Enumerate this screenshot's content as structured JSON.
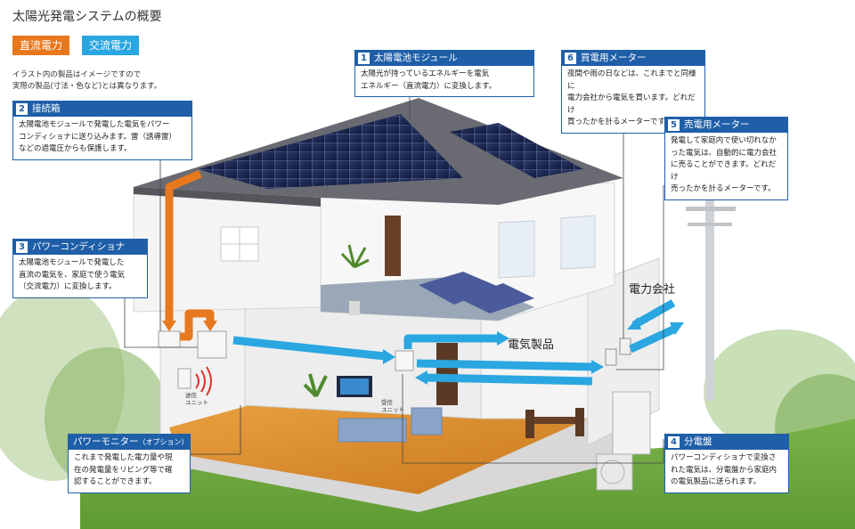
{
  "title": "太陽光発電システムの概要",
  "legend": {
    "dc": "直流電力",
    "ac": "交流電力"
  },
  "note": "イラスト内の製品はイメージですので\n実際の製品(寸法・色など)とは異なります。",
  "colors": {
    "dc": "#e8781e",
    "ac": "#2aa6e0",
    "callout": "#1f5fa8"
  },
  "callouts": {
    "c1": {
      "num": "1",
      "title": "太陽電池モジュール",
      "body": "太陽光が持っているエネルギーを電気\nエネルギー（直流電力）に変換します。"
    },
    "c2": {
      "num": "2",
      "title": "接続箱",
      "body": "太陽電池モジュールで発電した電気をパワー\nコンディショナに送り込みます。雷（誘導雷）\nなどの過電圧からも保護します。"
    },
    "c3": {
      "num": "3",
      "title": "パワーコンディショナ",
      "body": "太陽電池モジュールで発電した\n直流の電気を、家庭で使う電気\n（交流電力）に変換します。"
    },
    "c4": {
      "num": "4",
      "title": "分電盤",
      "body": "パワーコンディショナで変換さ\nれた電気は、分電盤から家庭内\nの電気製品に送られます。"
    },
    "c5": {
      "num": "5",
      "title": "売電用メーター",
      "body": "発電して家庭内で使い切れなか\nった電気は、自動的に電力会社\nに売ることができます。どれだけ\n売ったかを計るメーターです。"
    },
    "c6": {
      "num": "6",
      "title": "買電用メーター",
      "body": "夜間や雨の日などは、これまでと同様に\n電力会社から電気を買います。どれだけ\n買ったかを計るメーターです。"
    },
    "monitor": {
      "title": "パワーモニター",
      "title_opt": "（オプション）",
      "body": "これまで発電した電力量や現\n在の発電量をリビング等で確\n認することができます。"
    }
  },
  "labels": {
    "power_company": "電力会社",
    "appliances": "電気製品",
    "transmitter": "送信\nユニット",
    "receiver": "受信\nユニット"
  }
}
